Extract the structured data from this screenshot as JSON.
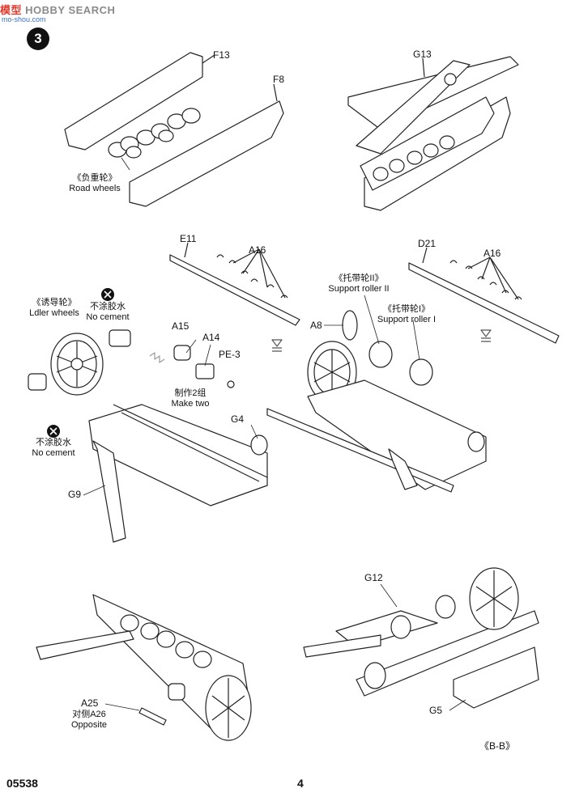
{
  "watermark": {
    "cn": "模型",
    "en": "HOBBY SEARCH",
    "sub": "mo-shou.com"
  },
  "step": "3",
  "parts": {
    "f13": "F13",
    "f8": "F8",
    "g13": "G13",
    "e11": "E11",
    "a16_left": "A16",
    "d21": "D21",
    "a16_right": "A16",
    "a15": "A15",
    "a14": "A14",
    "pe3": "PE-3",
    "a8": "A8",
    "g4": "G4",
    "g9": "G9",
    "g12": "G12",
    "a25": "A25",
    "g5": "G5"
  },
  "labels": {
    "road_cn": "《负重轮》",
    "road_en": "Road wheels",
    "idler_cn": "《诱导轮》",
    "idler_en": "Ldler wheels",
    "nocement_cn": "不涂胶水",
    "nocement_en": "No cement",
    "make_two_cn": "制作2组",
    "make_two_en": "Make two",
    "sr2_cn": "《托带轮II》",
    "sr2_en": "Support roller II",
    "sr1_cn": "《托带轮I》",
    "sr1_en": "Support roller I",
    "opposite_cn": "对侧A26",
    "opposite_en": "Opposite",
    "view": "《B-B》"
  },
  "footer": {
    "code": "05538",
    "page": "4"
  }
}
